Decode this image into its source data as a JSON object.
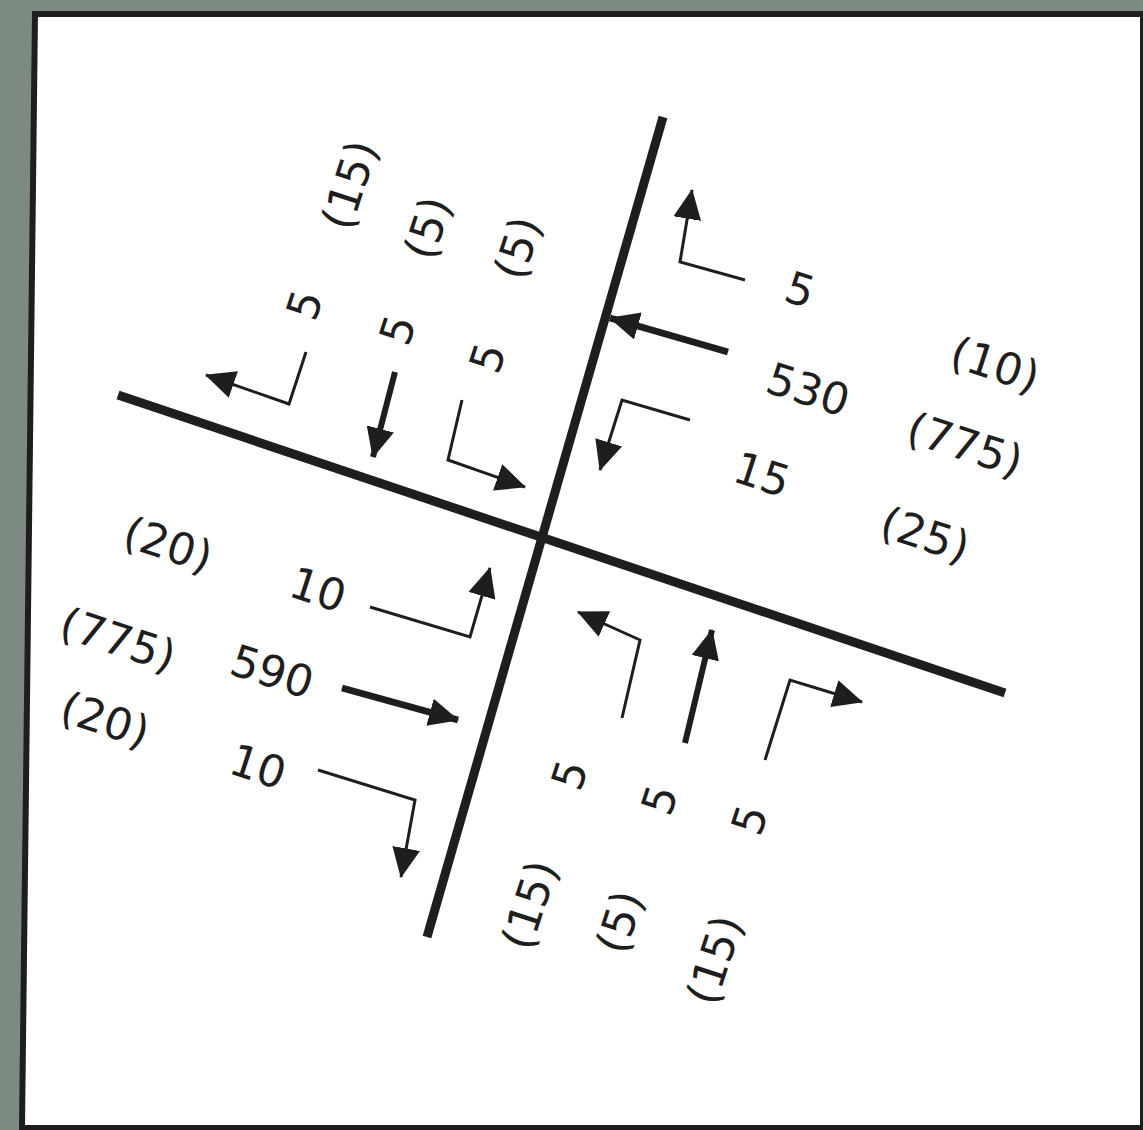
{
  "diagram": {
    "labels": [
      "(15)",
      "(5)",
      "(5)",
      "5",
      "5",
      "5",
      "5",
      "(10)",
      "530",
      "(775)",
      "15",
      "(25)",
      "(20)",
      "10",
      "(775)",
      "590",
      "(20)",
      "10",
      "5",
      "5",
      "5",
      "(15)",
      "(5)",
      "(15)"
    ]
  }
}
